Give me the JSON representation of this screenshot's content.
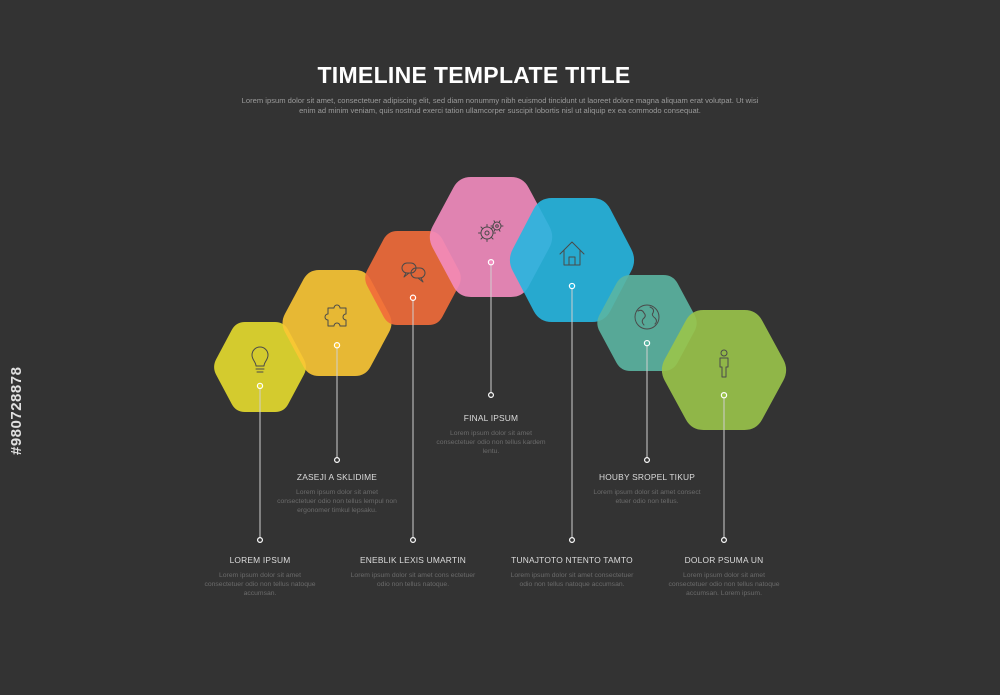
{
  "header": {
    "title": "TIMELINE TEMPLATE TITLE",
    "subtitle": "Lorem ipsum dolor sit amet, consectetuer adipiscing elit, sed diam nonummy nibh euismod tincidunt ut laoreet dolore magna aliquam erat volutpat. Ut wisi enim ad minim veniam, quis nostrud exerci tation ullamcorper suscipit lobortis nisl ut aliquip ex ea commodo consequat."
  },
  "steps": [
    {
      "label": "LOREM IPSUM",
      "desc": "Lorem ipsum dolor sit amet consectetuer odio non tellus natoque accumsan.",
      "color": "#e6dc2e",
      "icon": "lightbulb-icon"
    },
    {
      "label": "ZASEJI A SKLIDIME",
      "desc": "Lorem ipsum dolor sit amet consectetuer odio non tellus lempul non ergonomer timkul lepsaku.",
      "color": "#fbc634",
      "icon": "puzzle-icon"
    },
    {
      "label": "ENEBLIK LEXIS UMARTIN",
      "desc": "Lorem ipsum dolor sit amet cons ectetuer odio non tellus natoque.",
      "color": "#f26b3a",
      "icon": "chat-bubbles-icon"
    },
    {
      "label": "FINAL IPSUM",
      "desc": "Lorem ipsum dolor sit amet consectetuer odio non tellus kardem lentu.",
      "color": "#f38cbf",
      "icon": "gears-icon"
    },
    {
      "label": "TUNAJTOTO NTENTO TAMTO",
      "desc": "Lorem ipsum dolor sit amet consectetuer odio non tellus natoque accumsan.",
      "color": "#26b6e0",
      "icon": "house-icon"
    },
    {
      "label": "HOUBY SROPEL TIKUP",
      "desc": "Lorem ipsum dolor sit amet consect etuer odio non tellus.",
      "color": "#5bb5a2",
      "icon": "globe-icon"
    },
    {
      "label": "DOLOR PSUMA UN",
      "desc": "Lorem ipsum dolor sit amet consectetuer odio non tellus natoque accumsan. Lorem ipsum.",
      "color": "#9ac44a",
      "icon": "person-icon"
    }
  ],
  "watermark": {
    "text": "#980728878"
  }
}
